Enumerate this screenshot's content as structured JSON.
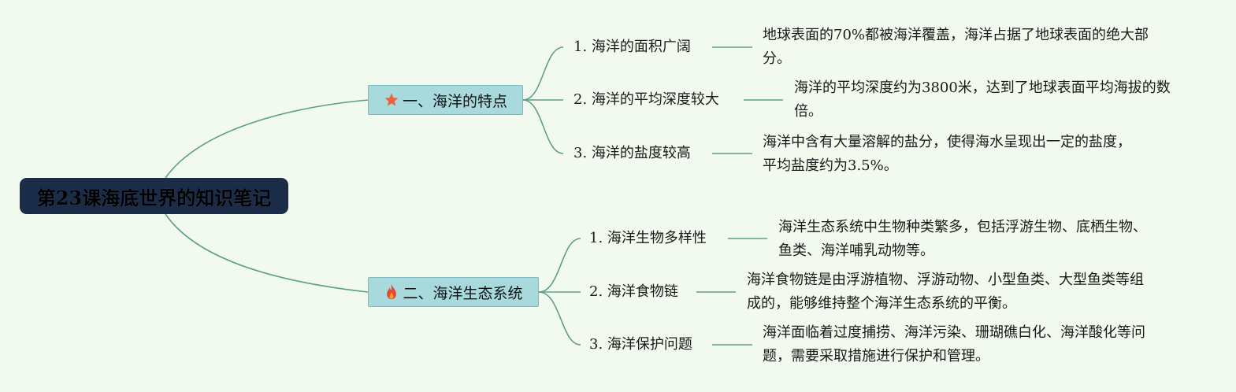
{
  "root": {
    "label": "第23课海底世界的知识笔记"
  },
  "branches": [
    {
      "label": "一、海洋的特点",
      "icon": "star-icon",
      "icon_color": "#e8643c",
      "children": [
        {
          "label": "1. 海洋的面积广阔",
          "note": "地球表面的70%都被海洋覆盖，海洋占据了地球表面的绝大部分。"
        },
        {
          "label": "2. 海洋的平均深度较大",
          "note": "海洋的平均深度约为3800米，达到了地球表面平均海拔的数倍。"
        },
        {
          "label": "3. 海洋的盐度较高",
          "note": "海洋中含有大量溶解的盐分，使得海水呈现出一定的盐度，平均盐度约为3.5%。"
        }
      ]
    },
    {
      "label": "二、海洋生态系统",
      "icon": "fire-icon",
      "icon_color": "#e8452c",
      "children": [
        {
          "label": "1. 海洋生物多样性",
          "note": "海洋生态系统中生物种类繁多，包括浮游生物、底栖生物、鱼类、海洋哺乳动物等。"
        },
        {
          "label": "2. 海洋食物链",
          "note": "海洋食物链是由浮游植物、浮游动物、小型鱼类、大型鱼类等组成的，能够维持整个海洋生态系统的平衡。"
        },
        {
          "label": "3. 海洋保护问题",
          "note": "海洋面临着过度捕捞、海洋污染、珊瑚礁白化、海洋酸化等问题，需要采取措施进行保护和管理。"
        }
      ]
    }
  ],
  "colors": {
    "background": "#f2f9ef",
    "root_fill": "#1b2c48",
    "branch_fill": "#a8dadd",
    "connector": "#5f9e8f"
  }
}
